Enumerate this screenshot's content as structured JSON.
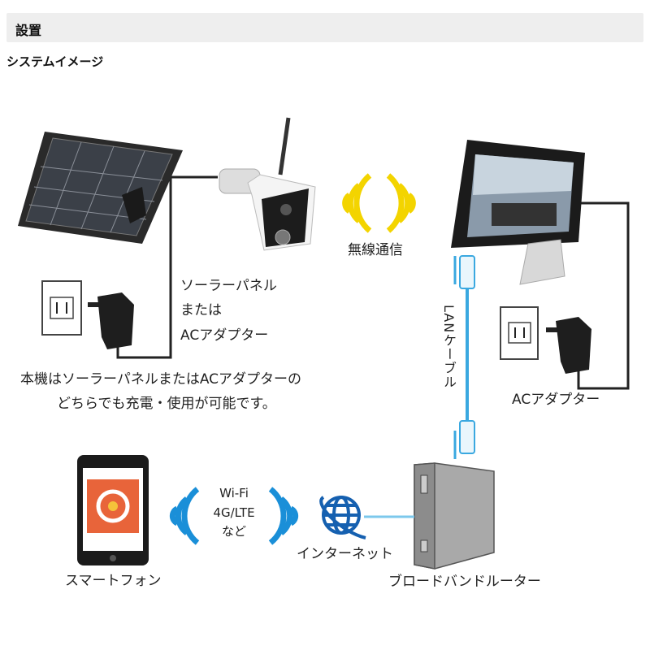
{
  "header": {
    "title": "設置"
  },
  "section": {
    "title": "システムイメージ"
  },
  "labels": {
    "wireless": "無線通信",
    "power_line1": "ソーラーパネル",
    "power_line2": "または",
    "power_line3": "ACアダプター",
    "note_line1": "本機はソーラーパネルまたはACアダプターの",
    "note_line2": "どちらでも充電・使用が可能です。",
    "lan_cable": "LANケーブル",
    "monitor_adapter": "ACアダプター",
    "wifi_line1": "Wi-Fi",
    "wifi_line2": "4G/LTE",
    "wifi_line3": "など",
    "internet": "インターネット",
    "router": "ブロードバンドルーター",
    "smartphone": "スマートフォン"
  },
  "colors": {
    "wireless": "#f3d400",
    "mobile_wireless": "#1a8fd8",
    "lan": "#3aa8e0",
    "globe": "#1560b0",
    "app_icon": "#e8643a"
  }
}
